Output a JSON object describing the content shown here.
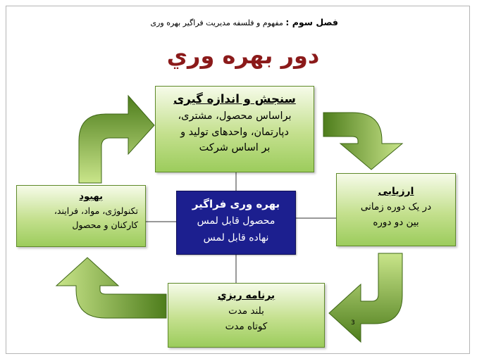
{
  "header": {
    "chapter": "فصل سوم :",
    "subject": "مفهوم و فلسفه مدیریت فراگیر بهره وری"
  },
  "title": "دور بهره وري",
  "boxes": {
    "measure": {
      "heading": "سنجش و اندازه گیری",
      "lines": [
        "براساس محصول، مشتری،",
        "دپارتمان، واحدهای تولید و",
        "بر اساس شرکت"
      ]
    },
    "evaluation": {
      "heading": "ارزیابی",
      "lines": [
        "در یک دوره زمانی",
        "بین دو دوره"
      ]
    },
    "planning": {
      "heading": "برنامه ریزي",
      "lines": [
        "بلند مدت",
        "کوتاه مدت"
      ]
    },
    "improvement": {
      "heading": "بهبود",
      "lines": [
        "تکنولوژی، مواد، فرایند،",
        "کارکنان و محصول"
      ]
    },
    "center": {
      "heading": "بهره وری فراگیر",
      "lines": [
        "محصول قابل لمس",
        "نهاده قابل لمس"
      ]
    }
  },
  "footnote": "3",
  "colors": {
    "title": "#8b1a1a",
    "box_fill_light": "#f6fbe9",
    "box_fill_dark": "#9ccc5c",
    "arrow_dark": "#4e7d1c",
    "arrow_light": "#c9e58a",
    "center_fill": "#1c1f8f"
  }
}
